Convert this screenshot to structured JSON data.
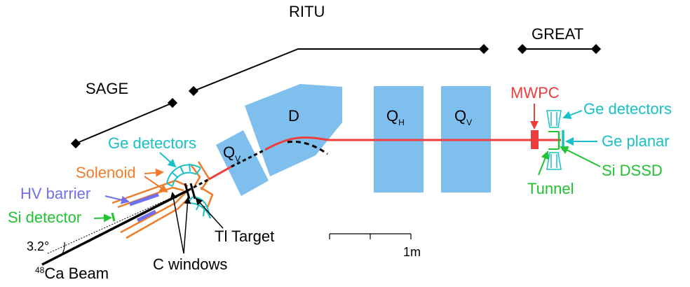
{
  "colors": {
    "magnet_blue": "#7fbfee",
    "beam_red": "#ee3d3d",
    "orange": "#f07c2a",
    "cyan": "#18c0c8",
    "green": "#22c332",
    "violet": "#7070ee",
    "black": "#000000"
  },
  "sections": {
    "ritu": "RITU",
    "sage": "SAGE",
    "great": "GREAT"
  },
  "magnets": {
    "d": "D",
    "qh_main": "Q",
    "qh_sub": "H",
    "qv1_main": "Q",
    "qv1_sub": "V",
    "qv2_main": "Q",
    "qv2_sub": "V"
  },
  "labels": {
    "ge_detectors_left": "Ge detectors",
    "solenoid": "Solenoid",
    "hv_barrier": "HV barrier",
    "si_detector": "Si detector",
    "angle": "3.2°",
    "beam_sup": "48",
    "beam_main": "Ca Beam",
    "c_windows": "C windows",
    "tl_target": "Tl Target",
    "mwpc": "MWPC",
    "ge_detectors_right": "Ge detectors",
    "ge_planar": "Ge planar",
    "si_dssd": "Si DSSD",
    "tunnel": "Tunnel",
    "scale": "1m"
  }
}
